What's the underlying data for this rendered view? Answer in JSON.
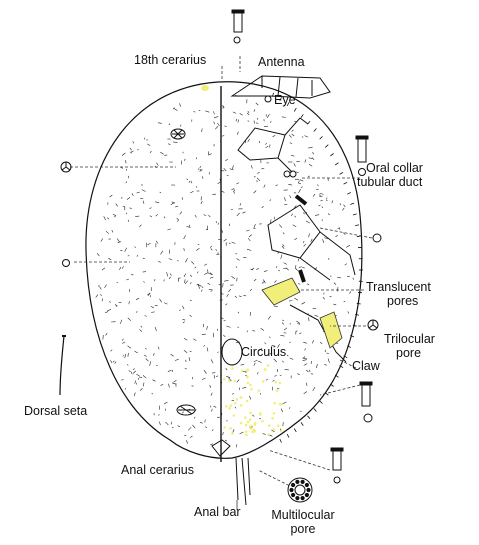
{
  "labels": {
    "cerarius18": "18th cerarius",
    "antenna": "Antenna",
    "eye": "Eye",
    "oral_collar_1": "Oral collar",
    "oral_collar_2": "tubular duct",
    "translucent_1": "Translucent",
    "translucent_2": "pores",
    "trilocular_1": "Trilocular",
    "trilocular_2": "pore",
    "circulus": "Circulus",
    "claw": "Claw",
    "dorsal_seta": "Dorsal seta",
    "anal_cerarius": "Anal cerarius",
    "anal_bar": "Anal bar",
    "multilocular_1": "Multilocular",
    "multilocular_2": "pore"
  },
  "colors": {
    "highlight": "#f2ee7a",
    "ink": "#111111"
  }
}
